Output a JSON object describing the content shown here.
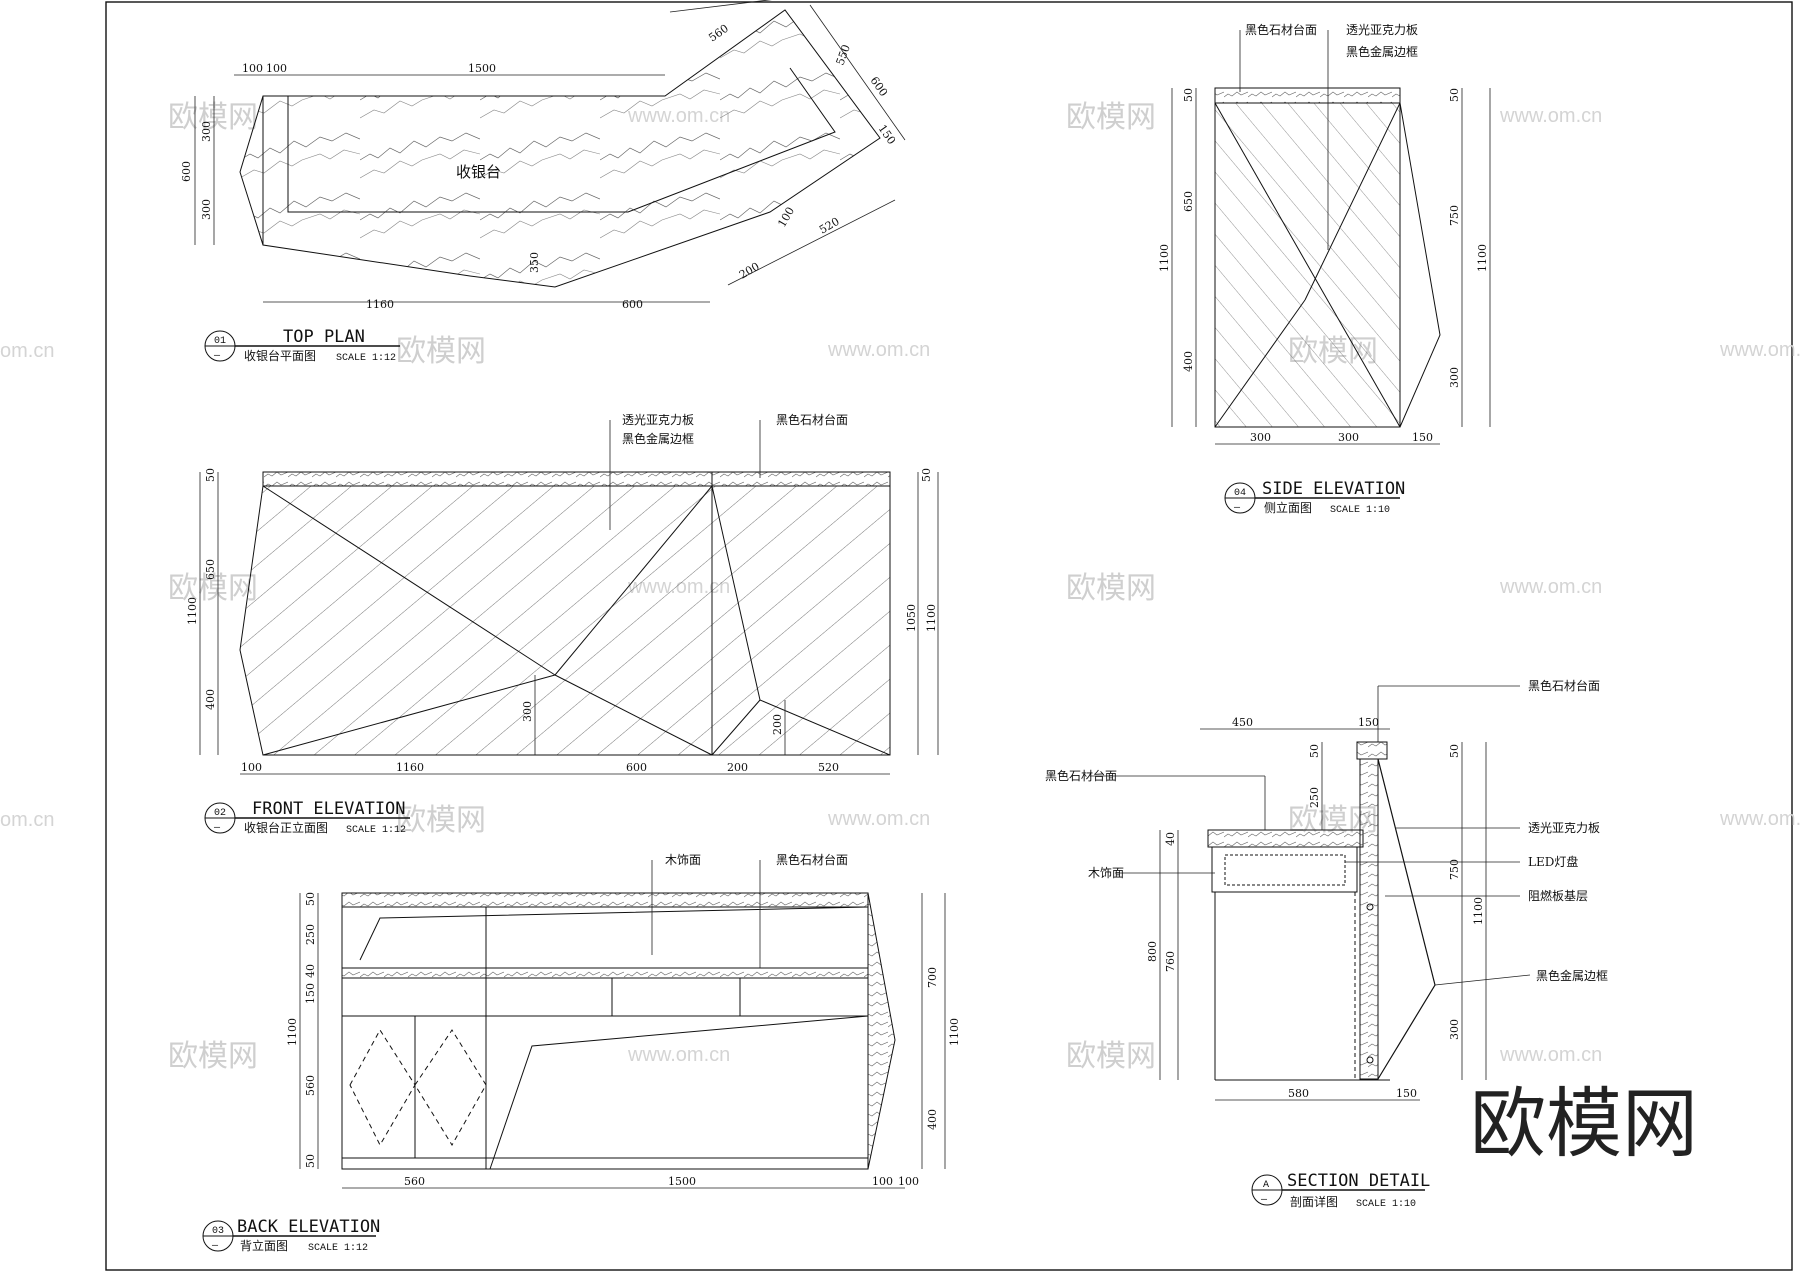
{
  "drawing": {
    "views": [
      {
        "id": "top-plan",
        "tag": "01",
        "sub_tag": "—",
        "title": "TOP PLAN",
        "subtitle": "收银台平面图",
        "scale": "SCALE 1:12"
      },
      {
        "id": "front-elevation",
        "tag": "02",
        "sub_tag": "—",
        "title": "FRONT ELEVATION",
        "subtitle": "收银台正立面图",
        "scale": "SCALE 1:12"
      },
      {
        "id": "back-elevation",
        "tag": "03",
        "sub_tag": "—",
        "title": "BACK ELEVATION",
        "subtitle": "背立面图",
        "scale": "SCALE 1:12"
      },
      {
        "id": "side-elevation",
        "tag": "04",
        "sub_tag": "—",
        "title": "SIDE ELEVATION",
        "subtitle": "侧立面图",
        "scale": "SCALE 1:10"
      },
      {
        "id": "section-detail",
        "tag": "A",
        "sub_tag": "—",
        "title": "SECTION DETAIL",
        "subtitle": "剖面详图",
        "scale": "SCALE 1:10"
      }
    ],
    "top_plan": {
      "label": "收银台",
      "dims": [
        "100",
        "100",
        "1500",
        "560",
        "550",
        "600",
        "150",
        "300",
        "300",
        "600",
        "350",
        "100",
        "520",
        "200",
        "1160",
        "600"
      ]
    },
    "front_elevation": {
      "notes": [
        "透光亚克力板",
        "黑色金属边框",
        "黑色石材台面"
      ],
      "dims": [
        "50",
        "650",
        "400",
        "1100",
        "300",
        "200",
        "50",
        "1050",
        "1100",
        "100",
        "1160",
        "600",
        "200",
        "520"
      ]
    },
    "back_elevation": {
      "notes": [
        "木饰面",
        "黑色石材台面"
      ],
      "dims": [
        "50",
        "250",
        "40",
        "150",
        "560",
        "50",
        "1100",
        "700",
        "400",
        "1100",
        "560",
        "1500",
        "100",
        "100"
      ]
    },
    "side_elevation": {
      "notes": [
        "黑色石材台面",
        "透光亚克力板",
        "黑色金属边框"
      ],
      "dims": [
        "50",
        "650",
        "400",
        "1100",
        "50",
        "750",
        "300",
        "1100",
        "300",
        "300",
        "150"
      ]
    },
    "section_detail": {
      "notes": [
        "黑色石材台面",
        "黑色石材台面",
        "木饰面",
        "透光亚克力板",
        "LED灯盘",
        "阻燃板基层",
        "黑色金属边框"
      ],
      "dims": [
        "450",
        "150",
        "50",
        "250",
        "40",
        "800",
        "760",
        "50",
        "750",
        "1100",
        "300",
        "580",
        "150"
      ]
    }
  },
  "watermarks": {
    "brand_small": "欧模网",
    "site": "www.om.cn",
    "site_edge": "om.cn",
    "brand_large": "欧模网"
  }
}
